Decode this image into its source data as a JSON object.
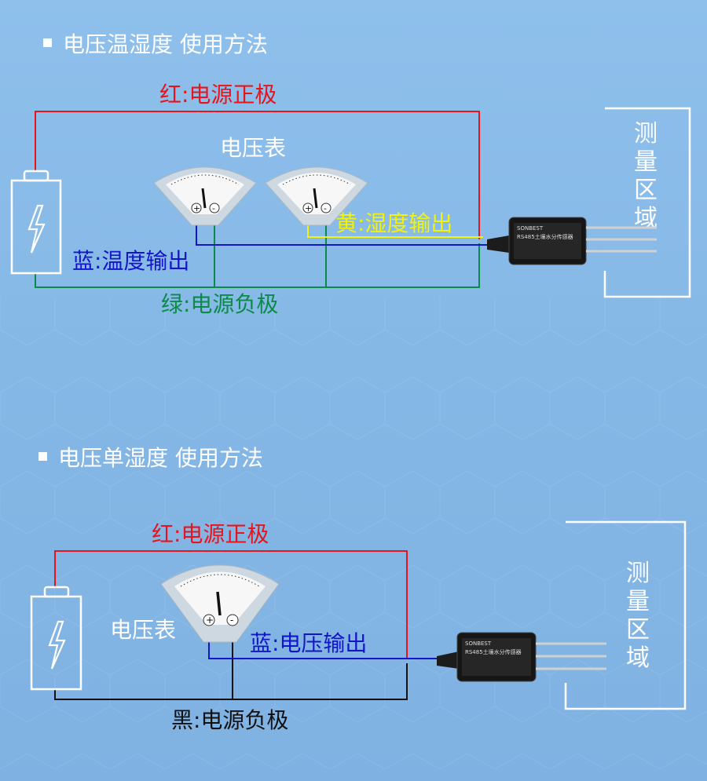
{
  "section1": {
    "title": "电压温湿度 使用方法",
    "red_label": "红:电源正极",
    "meter_label": "电压表",
    "yellow_label": "黄:湿度输出",
    "blue_label": "蓝:温度输出",
    "green_label": "绿:电源负极",
    "measure_area": "测量区域"
  },
  "section2": {
    "title": "电压单湿度 使用方法",
    "red_label": "红:电源正极",
    "meter_label": "电压表",
    "blue_label": "蓝:电压输出",
    "black_label": "黑:电源负极",
    "measure_area": "测量区域"
  },
  "sensor": {
    "brand": "SONBEST",
    "name": "RS485土壤水分传感器"
  },
  "colors": {
    "red": "#e8141c",
    "blue": "#1414c8",
    "green": "#0b8a4a",
    "yellow": "#f2f20a",
    "black": "#111111",
    "white": "#ffffff"
  }
}
